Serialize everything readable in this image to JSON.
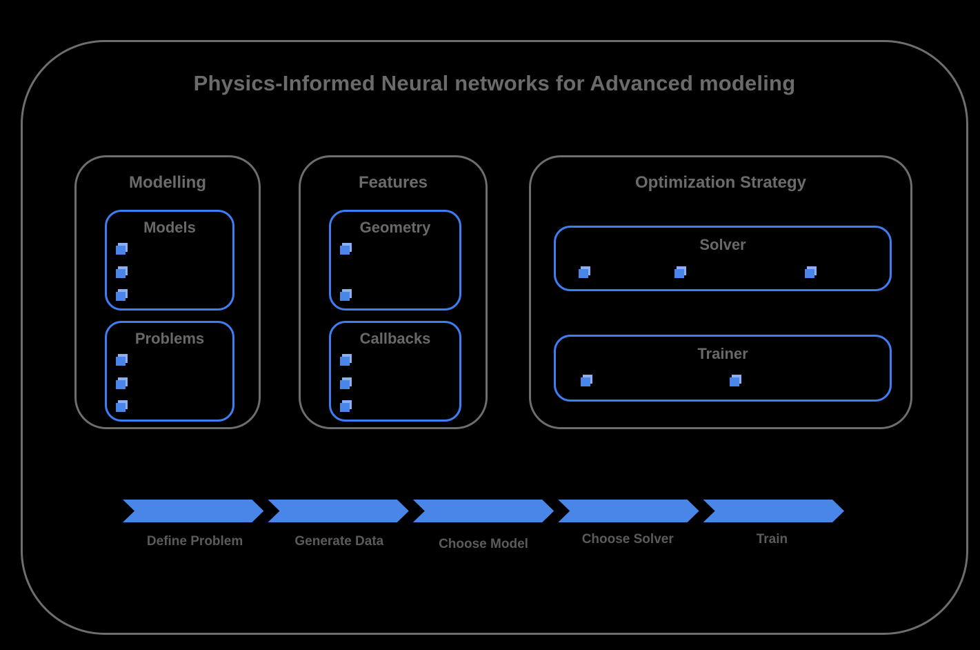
{
  "title": "Physics-Informed Neural networks for Advanced modeling",
  "colors": {
    "accent": "#4a86e8",
    "accent_border": "#3f7df2",
    "cube_back": "#8cb0f2",
    "outline": "#6e6e6e",
    "heading": "#6b6b6b",
    "label": "#696969",
    "step_text": "#5b5b5b",
    "bg": "#000000"
  },
  "groups": [
    {
      "label": "Modelling",
      "subboxes": [
        {
          "label": "Models",
          "item_count": 3
        },
        {
          "label": "Problems",
          "item_count": 3
        }
      ]
    },
    {
      "label": "Features",
      "subboxes": [
        {
          "label": "Geometry",
          "item_count": 2
        },
        {
          "label": "Callbacks",
          "item_count": 3
        }
      ]
    },
    {
      "label": "Optimization Strategy",
      "subboxes": [
        {
          "label": "Solver",
          "item_count": 3
        },
        {
          "label": "Trainer",
          "item_count": 2
        }
      ]
    }
  ],
  "pipeline": {
    "steps": [
      "Define Problem",
      "Generate Data",
      "Choose Model",
      "Choose Solver",
      "Train"
    ]
  }
}
